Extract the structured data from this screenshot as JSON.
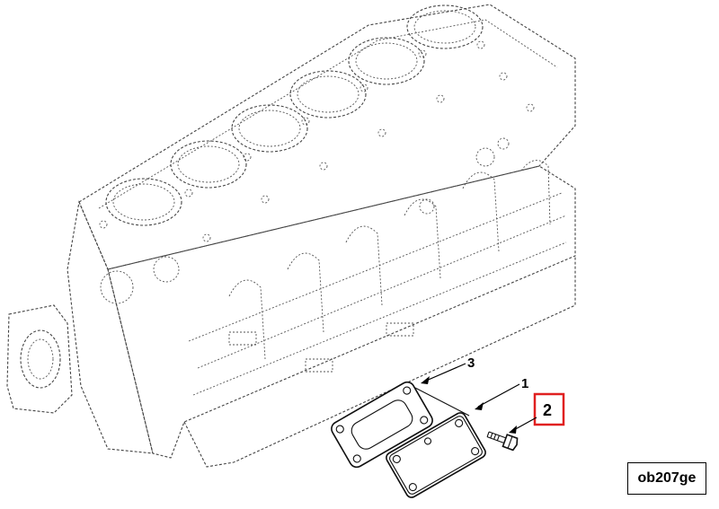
{
  "callouts": {
    "part_1": "1",
    "part_2": "2",
    "part_3": "3"
  },
  "highlighted_callout": "2",
  "highlight_color": "#e02020",
  "reference_code": "ob207ge"
}
